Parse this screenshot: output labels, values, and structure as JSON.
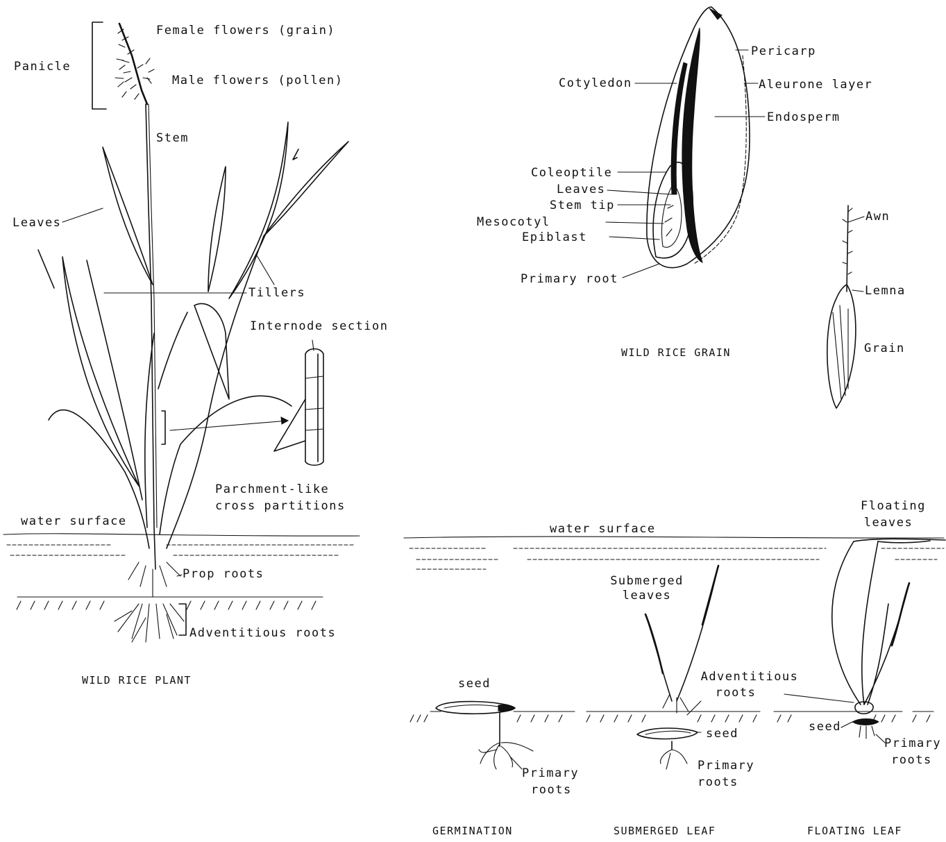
{
  "plant": {
    "female_flowers": "Female flowers (grain)",
    "panicle": "Panicle",
    "male_flowers": "Male flowers (pollen)",
    "stem": "Stem",
    "leaves": "Leaves",
    "tillers": "Tillers",
    "internode_section": "Internode section",
    "cross_partitions_1": "Parchment-like",
    "cross_partitions_2": "cross partitions",
    "water_surface": "water surface",
    "prop_roots": "Prop roots",
    "adventitious_roots": "Adventitious roots",
    "caption": "WILD RICE PLANT"
  },
  "grain": {
    "pericarp": "Pericarp",
    "cotyledon": "Cotyledon",
    "aleurone": "Aleurone layer",
    "endosperm": "Endosperm",
    "coleoptile": "Coleoptile",
    "leaves": "Leaves",
    "stem_tip": "Stem tip",
    "mesocotyl": "Mesocotyl",
    "epiblast": "Epiblast",
    "primary_root": "Primary root",
    "caption": "WILD RICE GRAIN",
    "awn": "Awn",
    "lemna": "Lemna",
    "grain_label": "Grain"
  },
  "stages": {
    "water_surface": "water surface",
    "floating_leaves_1": "Floating",
    "floating_leaves_2": "leaves",
    "submerged_leaves_1": "Submerged",
    "submerged_leaves_2": "leaves",
    "seed_germ": "seed",
    "adventitious_1": "Adventitious",
    "adventitious_2": "roots",
    "seed_sub": "seed",
    "seed_float": "seed",
    "primary_roots_germ_1": "Primary",
    "primary_roots_germ_2": "roots",
    "primary_roots_sub_1": "Primary",
    "primary_roots_sub_2": "roots",
    "primary_roots_float_1": "Primary",
    "primary_roots_float_2": "roots",
    "caption_germination": "GERMINATION",
    "caption_submerged": "SUBMERGED LEAF",
    "caption_floating": "FLOATING LEAF"
  }
}
